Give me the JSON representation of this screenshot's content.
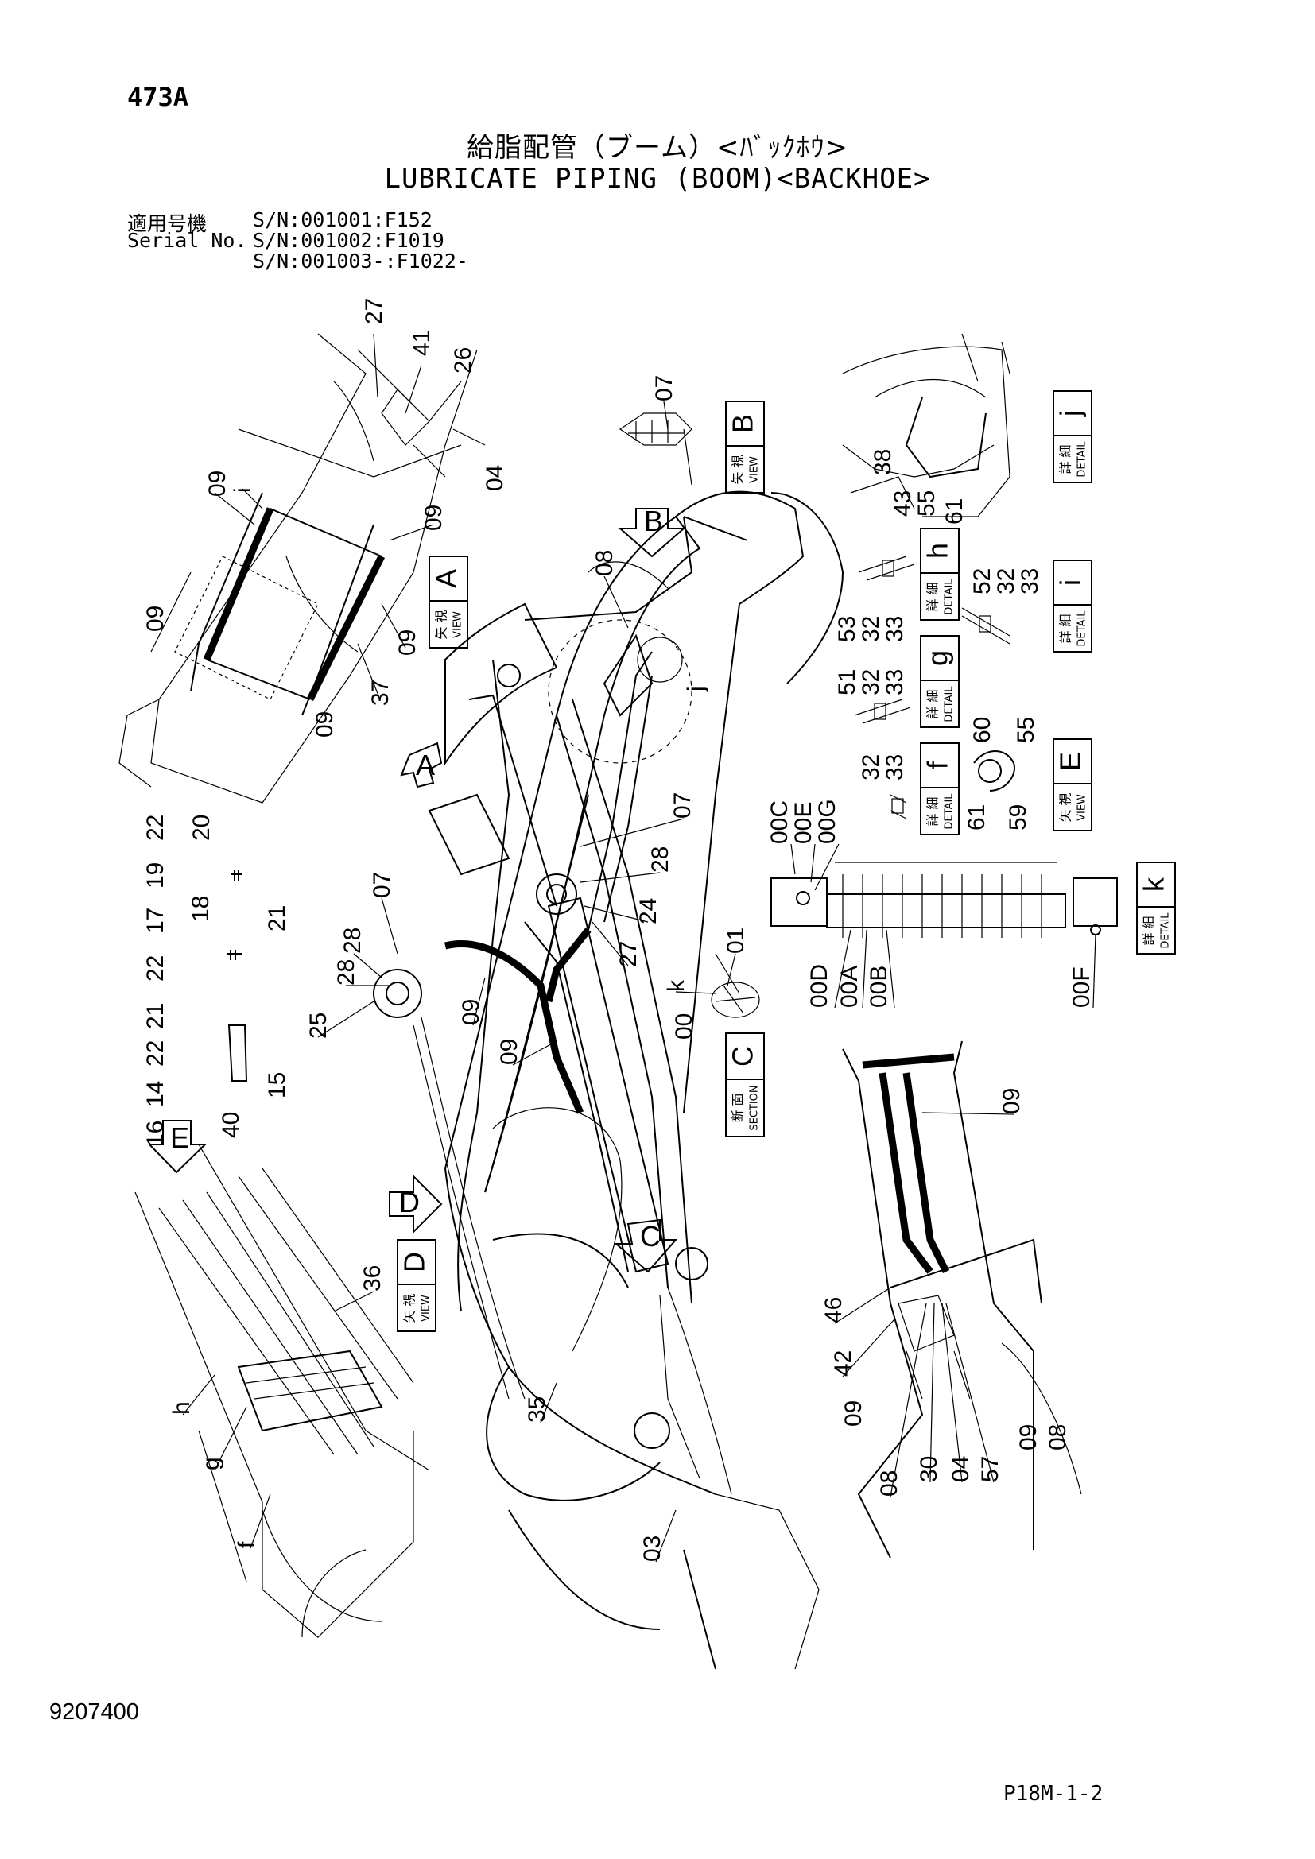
{
  "header": {
    "page_number": "473A",
    "title_jp": "給脂配管（ブーム）<ﾊﾞｯｸﾎｳ>",
    "title_en": "LUBRICATE PIPING (BOOM)<BACKHOE>",
    "serial_label_jp": "適用号機",
    "serial_label_en": "Serial No.",
    "serial_lines": [
      "S/N:001001:F152",
      "S/N:001002:F1019",
      "S/N:001003-:F1022-"
    ]
  },
  "footer": {
    "doc_number": "9207400",
    "page_ref": "P18M-1-2"
  },
  "view_boxes": [
    {
      "letter": "A",
      "jp": "矢 視",
      "en": "VIEW"
    },
    {
      "letter": "B",
      "jp": "矢 視",
      "en": "VIEW"
    },
    {
      "letter": "C",
      "jp": "断 面",
      "en": "SECTION"
    },
    {
      "letter": "D",
      "jp": "矢 視",
      "en": "VIEW"
    },
    {
      "letter": "E",
      "jp": "矢 視",
      "en": "VIEW"
    },
    {
      "letter": "f",
      "jp": "詳 細",
      "en": "DETAIL"
    },
    {
      "letter": "g",
      "jp": "詳 細",
      "en": "DETAIL"
    },
    {
      "letter": "h",
      "jp": "詳 細",
      "en": "DETAIL"
    },
    {
      "letter": "i",
      "jp": "詳 細",
      "en": "DETAIL"
    },
    {
      "letter": "j",
      "jp": "詳 細",
      "en": "DETAIL"
    },
    {
      "letter": "k",
      "jp": "詳 細",
      "en": "DETAIL"
    }
  ],
  "arrow_markers": [
    "A",
    "B",
    "C",
    "D",
    "E"
  ],
  "part_callouts": [
    "27",
    "41",
    "26",
    "04",
    "09",
    "i",
    "09",
    "09",
    "09",
    "37",
    "09",
    "07",
    "08",
    "j",
    "38",
    "43",
    "55",
    "61",
    "53",
    "32",
    "33",
    "52",
    "32",
    "33",
    "51",
    "32",
    "33",
    "32",
    "33",
    "60",
    "55",
    "61",
    "59",
    "00C",
    "00E",
    "00G",
    "00D",
    "00A",
    "00B",
    "00F",
    "07",
    "28",
    "24",
    "27",
    "07",
    "28",
    "28",
    "25",
    "09",
    "09",
    "01",
    "k",
    "00",
    "22",
    "20",
    "19",
    "21",
    "17",
    "18",
    "22",
    "21",
    "22",
    "14",
    "16",
    "15",
    "40",
    "36",
    "h",
    "g",
    "f",
    "35",
    "03",
    "09",
    "46",
    "42",
    "09",
    "08",
    "30",
    "04",
    "57",
    "09",
    "08"
  ]
}
